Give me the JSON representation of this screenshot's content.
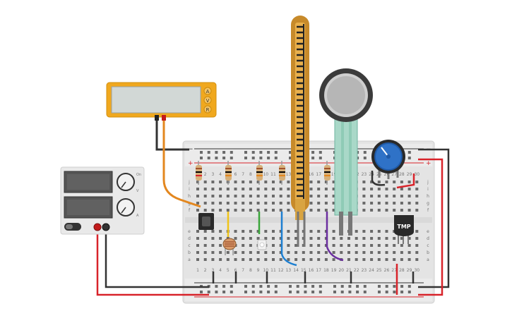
{
  "breadboard": {
    "column_numbers": [
      "1",
      "2",
      "3",
      "4",
      "5",
      "6",
      "7",
      "8",
      "9",
      "10",
      "11",
      "12",
      "13",
      "14",
      "15",
      "16",
      "17",
      "18",
      "19",
      "20",
      "21",
      "22",
      "23",
      "24",
      "25",
      "26",
      "27",
      "28",
      "29",
      "30"
    ],
    "rows_top": [
      "j",
      "i",
      "h",
      "g",
      "f"
    ],
    "rows_bottom": [
      "e",
      "d",
      "c",
      "b",
      "a"
    ],
    "rail_plus": "+",
    "rail_minus": "−"
  },
  "multimeter": {
    "mode_a": "A",
    "mode_v": "V",
    "mode_r": "R"
  },
  "power_supply": {
    "label_on": "On",
    "label_v": "V",
    "label_a": "A"
  },
  "tmp_sensor": {
    "label": "TMP"
  },
  "colors": {
    "wire_black": "#333333",
    "wire_red": "#d8232a",
    "wire_orange": "#e3871f",
    "wire_yellow": "#f0c419",
    "wire_green": "#3aa63a",
    "wire_blue": "#1d7fd1",
    "wire_purple": "#6b2fa0",
    "multimeter_body": "#f0a81e",
    "pot_knob": "#2f72c7",
    "breadboard": "#e6e6e6"
  }
}
